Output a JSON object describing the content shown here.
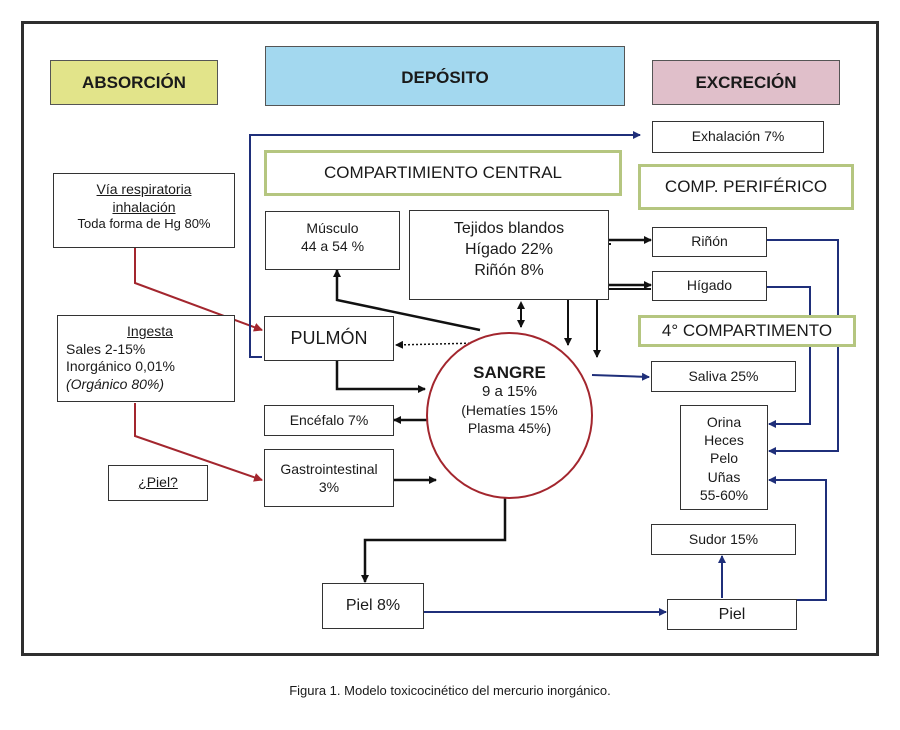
{
  "headers": {
    "absorption": "ABSORCIÓN",
    "deposit": "DEPÓSITO",
    "excretion": "EXCRECIÓN"
  },
  "absorption": {
    "respiratory": {
      "title1": "Vía respiratoria",
      "title2": "inhalación",
      "detail": "Toda forma de Hg 80%"
    },
    "ingestion": {
      "title": "Ingesta",
      "line1": "Sales 2-15%",
      "line2": "Inorgánico 0,01%",
      "line3": "(Orgánico 80%)"
    },
    "skin": "¿Piel?"
  },
  "deposit": {
    "central": "COMPARTIMIENTO CENTRAL",
    "muscle": {
      "line1": "Músculo",
      "line2": "44 a 54 %"
    },
    "soft": {
      "line1": "Tejidos blandos",
      "line2": "Hígado 22%",
      "line3": "Riñón 8%"
    },
    "lung": "PULMÓN",
    "brain": "Encéfalo  7%",
    "gi": {
      "line1": "Gastrointestinal",
      "line2": "3%"
    },
    "skin": "Piel 8%",
    "blood": {
      "title": "SANGRE",
      "value": "9 a 15%",
      "line1": "(Hematíes 15%",
      "line2": "Plasma 45%)"
    }
  },
  "excretion": {
    "exhalation": "Exhalación  7%",
    "peripheral": "COMP. PERIFÉRICO",
    "kidney": "Riñón",
    "liver": "Hígado",
    "fourth": "4° COMPARTIMENTO",
    "saliva": "Saliva  25%",
    "outputs": {
      "line1": "Orina",
      "line2": "Heces",
      "line3": "Pelo",
      "line4": "Uñas",
      "line5": "55-60%"
    },
    "sweat": "Sudor  15%",
    "skin": "Piel"
  },
  "caption": "Figura 1. Modelo toxicocinético del mercurio inorgánico.",
  "colors": {
    "red_arrow": "#a3262e",
    "blue_arrow": "#1f2f7a",
    "black_arrow": "#111111",
    "absorption": "#e2e48a",
    "deposit": "#a3d8ef",
    "excretion": "#e0bfca",
    "compartment_border": "#b5c680"
  }
}
